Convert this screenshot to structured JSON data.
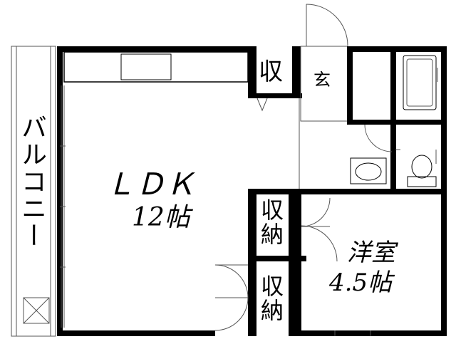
{
  "rooms": {
    "ldk": {
      "name": "ＬＤＫ",
      "size": "12帖"
    },
    "western": {
      "name": "洋室",
      "size": "4.5帖"
    },
    "balcony": {
      "name": "バルコニー"
    },
    "entrance": {
      "name": "玄"
    },
    "storage_top": {
      "name": "収"
    },
    "storage_mid": {
      "name": "収納"
    },
    "storage_bottom": {
      "name": "収納"
    }
  },
  "colors": {
    "wall": "#000000",
    "line": "#555555",
    "background": "#ffffff"
  }
}
